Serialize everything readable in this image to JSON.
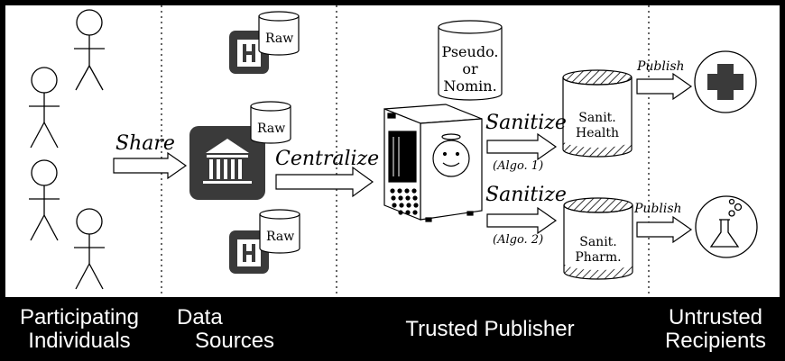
{
  "datastore_labels": {
    "raw_1": "Raw",
    "raw_2": "Raw",
    "raw_3": "Raw",
    "pseudo": [
      "Pseudo.",
      "or",
      "Nomin."
    ],
    "sanit_health": [
      "Sanit.",
      "Health"
    ],
    "sanit_pharm": [
      "Sanit.",
      "Pharm."
    ]
  },
  "hospital_letter": "H",
  "arrow_labels": {
    "share": "Share",
    "centralize": "Centralize",
    "sanitize_1": "Sanitize",
    "algo_1": "(Algo. 1)",
    "sanitize_2": "Sanitize",
    "algo_2": "(Algo. 2)",
    "publish_1": "Publish",
    "publish_2": "Publish"
  },
  "sections": [
    {
      "label_line1": "Participating",
      "label_line2": "Individuals"
    },
    {
      "label_line1": "Data",
      "label_line2": "Sources"
    },
    {
      "label_line1": "Trusted Publisher",
      "label_line2": ""
    },
    {
      "label_line1": "Untrusted",
      "label_line2": "Recipients"
    }
  ],
  "colors": {
    "footer_bg": "#000000",
    "icon_fill": "#3a3a3a",
    "outline": "#000000",
    "background": "#ffffff"
  }
}
